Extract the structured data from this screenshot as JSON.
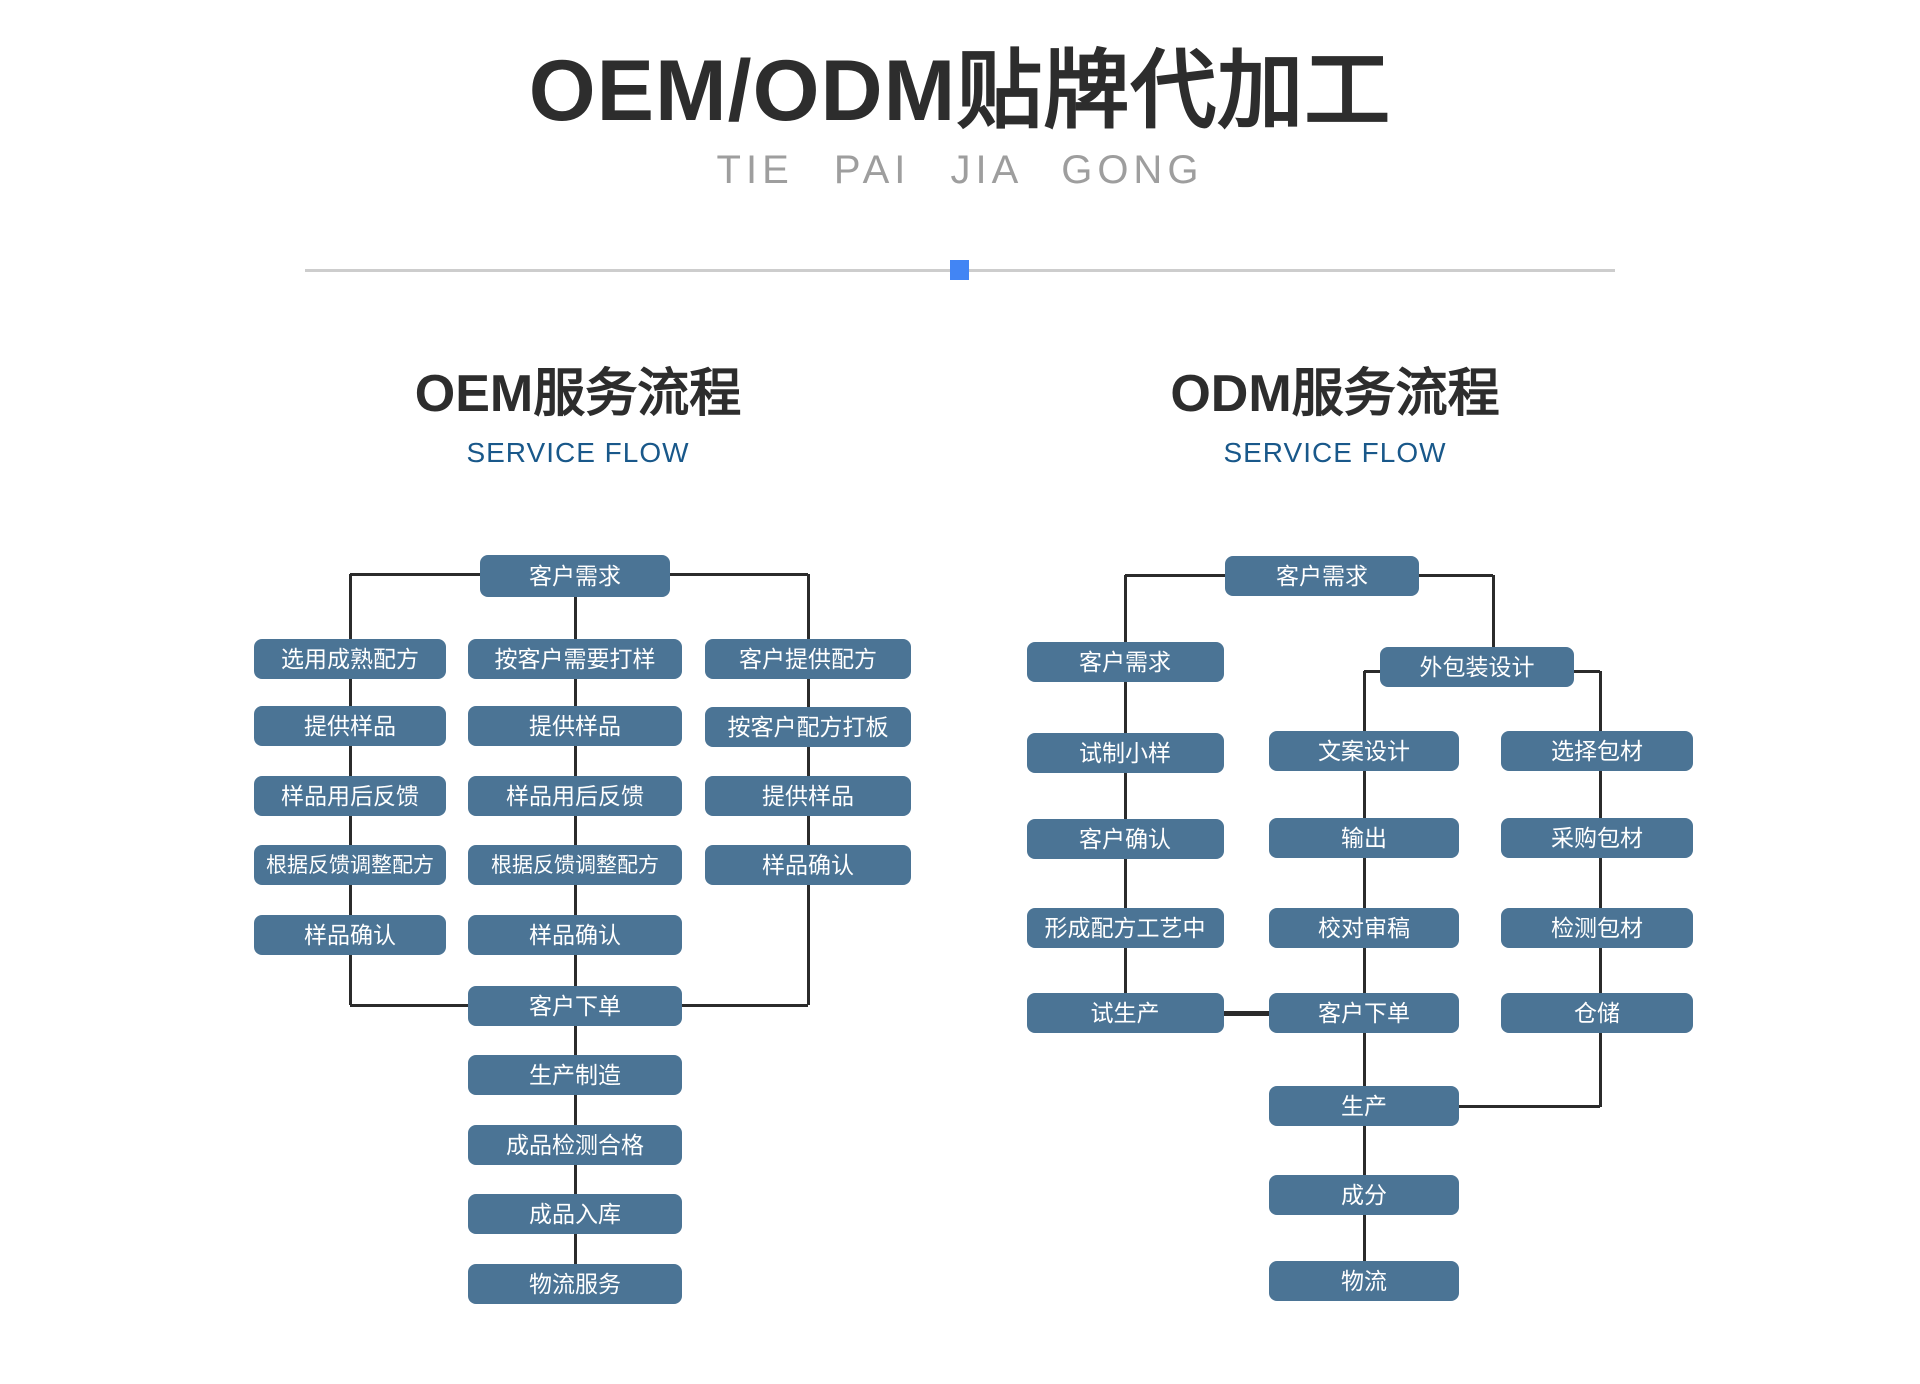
{
  "header": {
    "title": "OEM/ODM贴牌代加工",
    "subtitle": "TIE PAI JIA GONG"
  },
  "colors": {
    "node_fill": "#4b7495",
    "node_text": "#ffffff",
    "connector": "#2b2b2b",
    "divider": "#cdcdcd",
    "divider_accent": "#4285f4",
    "heading_text": "#2d2d2d",
    "subheading_text": "#19588a",
    "subtitle_text": "#9e9e9e"
  },
  "oem_chart": {
    "heading": "OEM服务流程",
    "subheading": "SERVICE FLOW",
    "top_node": "客户需求",
    "columns": [
      [
        "选用成熟配方",
        "提供样品",
        "样品用后反馈",
        "根据反馈调整配方",
        "样品确认"
      ],
      [
        "按客户需要打样",
        "提供样品",
        "样品用后反馈",
        "根据反馈调整配方",
        "样品确认"
      ],
      [
        "客户提供配方",
        "按客户配方打板",
        "提供样品",
        "样品确认"
      ]
    ],
    "tail": [
      "客户下单",
      "生产制造",
      "成品检测合格",
      "成品入库",
      "物流服务"
    ]
  },
  "odm_chart": {
    "heading": "ODM服务流程",
    "subheading": "SERVICE FLOW",
    "top_node": "客户需求",
    "packaging_node": "外包装设计",
    "columns": [
      [
        "客户需求",
        "试制小样",
        "客户确认",
        "形成配方工艺中",
        "试生产"
      ],
      [
        "文案设计",
        "输出",
        "校对审稿",
        "客户下单"
      ],
      [
        "选择包材",
        "采购包材",
        "检测包材",
        "仓储"
      ]
    ],
    "tail": [
      "生产",
      "成分",
      "物流"
    ]
  }
}
